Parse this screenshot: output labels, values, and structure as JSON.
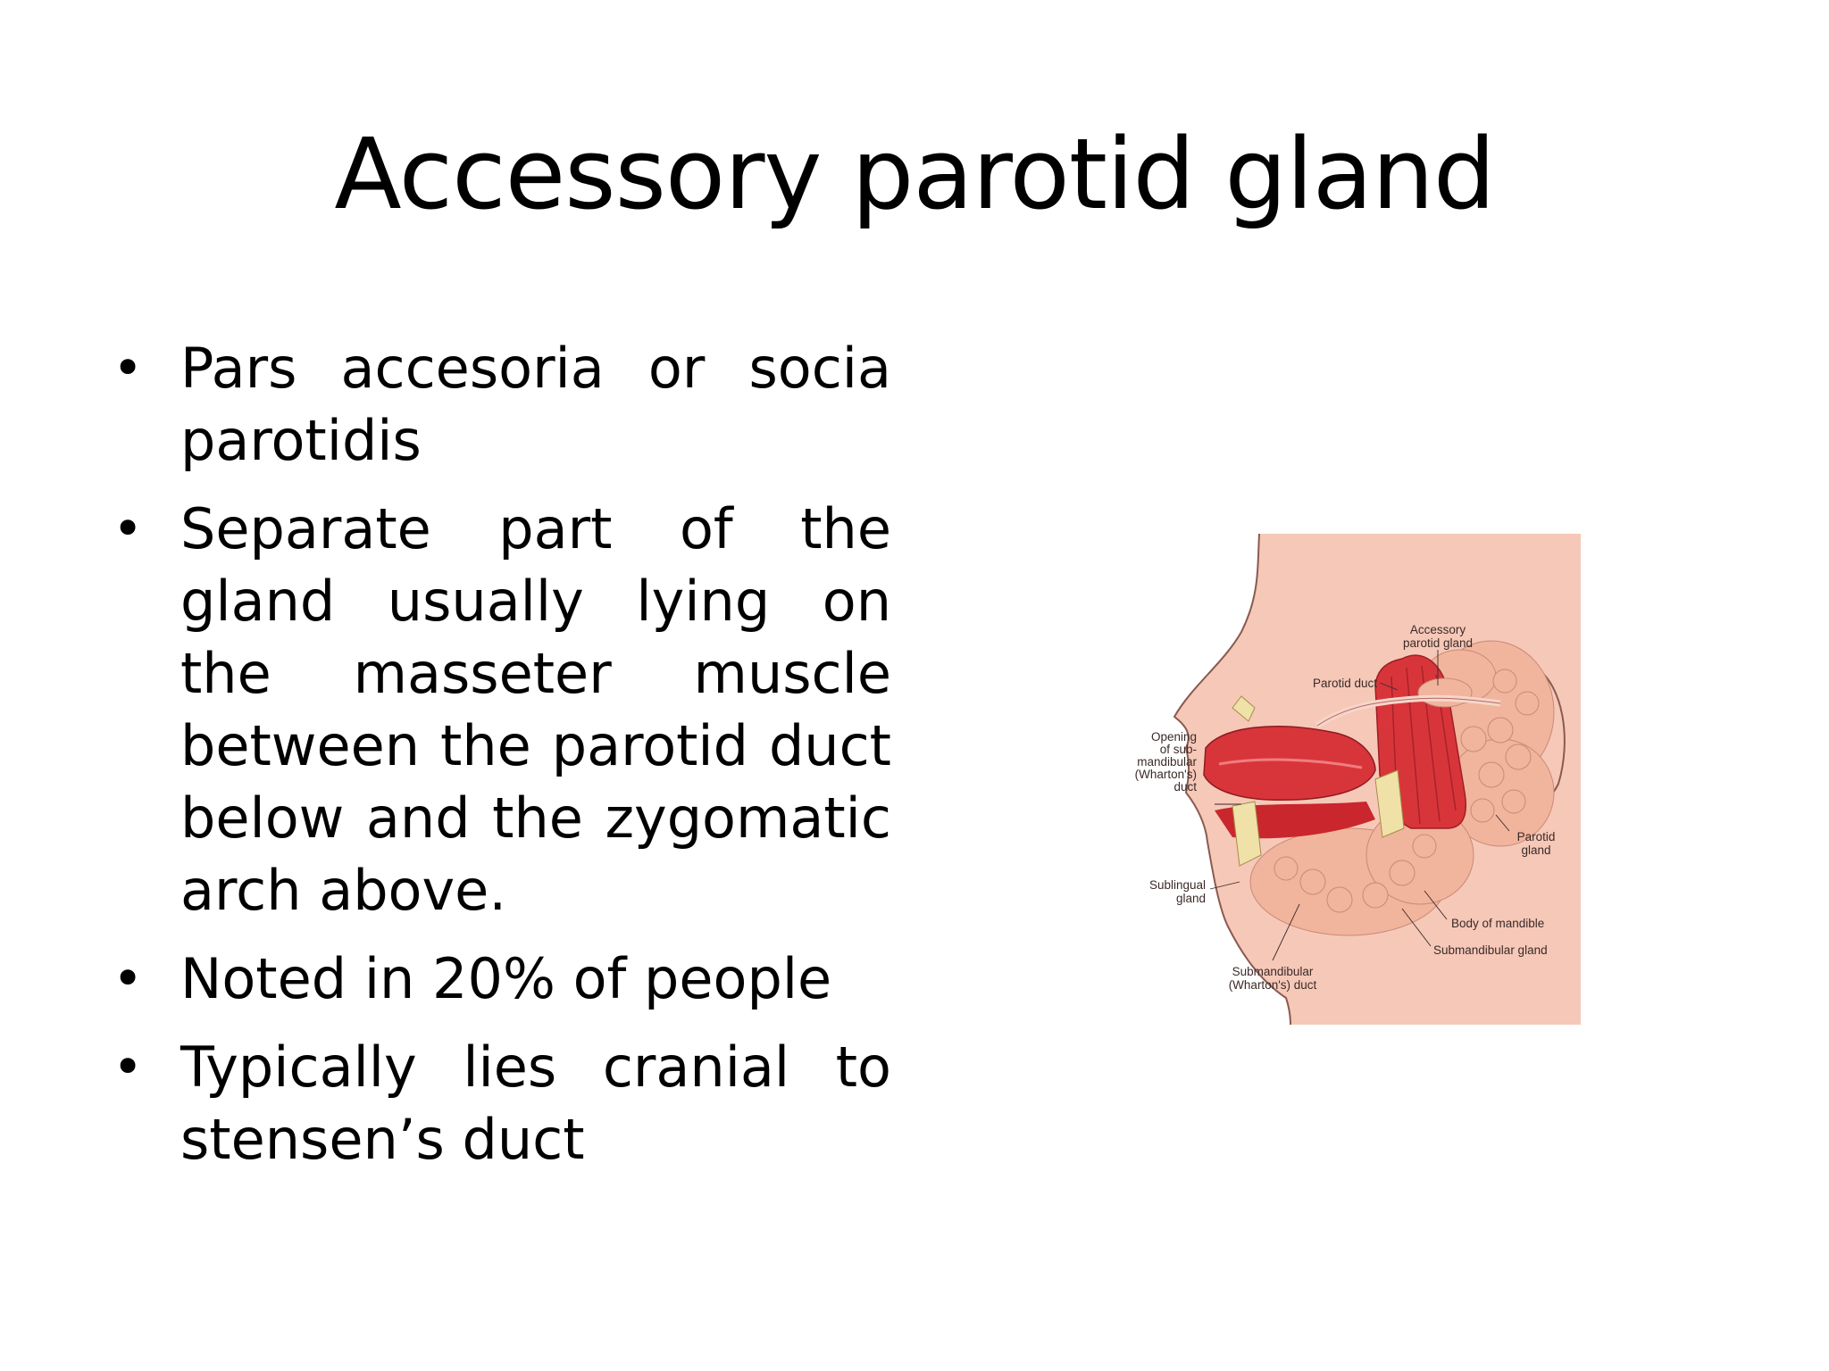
{
  "slide": {
    "title": "Accessory parotid gland",
    "bullets": [
      "Pars  accesoria or socia parotidis",
      "Separate part of the gland usually lying on the masseter muscle between the parotid duct below and the zygomatic arch above.",
      "Noted in 20% of people",
      "Typically lies cranial to stensen’s duct"
    ],
    "bullet_glyph": "•"
  },
  "figure": {
    "labels": {
      "accessory_line1": "Accessory",
      "accessory_line2": "parotid gland",
      "parotid_duct": "Parotid duct",
      "opening_1": "Opening",
      "opening_2": "of sub-",
      "opening_3": "mandibular",
      "opening_4": "(Wharton's)",
      "opening_5": "duct",
      "parotid_gland_1": "Parotid",
      "parotid_gland_2": "gland",
      "sublingual_1": "Sublingual",
      "sublingual_2": "gland",
      "body_mandible": "Body of mandible",
      "submandibular_gland": "Submandibular gland",
      "submandibular_duct_1": "Submandibular",
      "submandibular_duct_2": "(Wharton's) duct"
    },
    "colors": {
      "background": "#f6c8b8",
      "muscle": "#d8353a",
      "gland": "#f3b9a1",
      "bone": "#efe1a8"
    }
  }
}
